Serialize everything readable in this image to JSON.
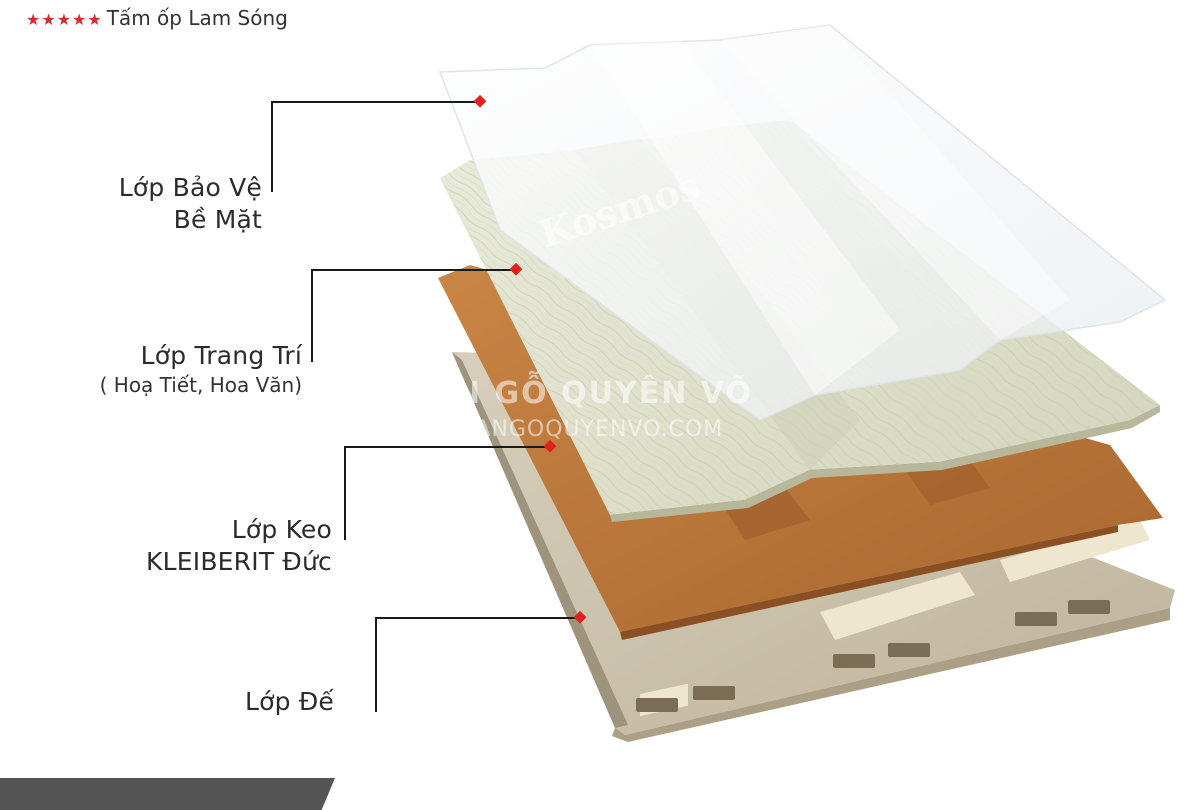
{
  "header": {
    "stars": "★★★★★",
    "title": "Tấm ốp Lam Sóng"
  },
  "layers": [
    {
      "label": "Lớp Bảo Vệ",
      "label2": "Bề Mặt"
    },
    {
      "label": "Lớp Trang Trí",
      "label2": "( Hoạ Tiết, Hoa Văn)"
    },
    {
      "label": "Lớp Keo",
      "label2": "KLEIBERIT Đức"
    },
    {
      "label": "Lớp Đế"
    }
  ],
  "watermarks": {
    "brand": "Kosmos",
    "shop": "N GỖ QUYÊN VÕ",
    "url": "SANGOQUYENVO.COM"
  },
  "colors": {
    "marker": "#e0201c",
    "line": "#1a1a1a",
    "base": "#c9bfa8",
    "adhesive": "#b87435",
    "decor": "#e3e5d3",
    "protective": "#f4f6f8"
  }
}
